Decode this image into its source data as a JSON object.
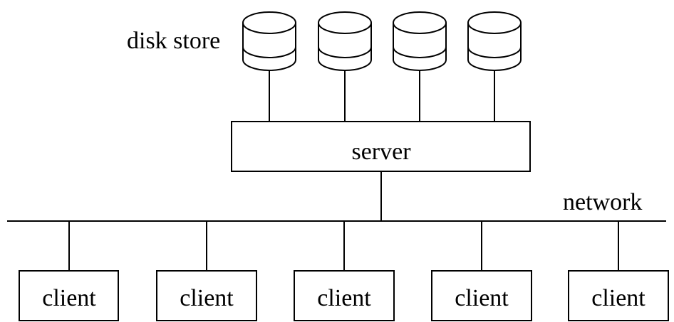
{
  "labels": {
    "disk_store": "disk store",
    "server": "server",
    "network": "network"
  },
  "disks": [
    "",
    "",
    "",
    ""
  ],
  "clients": [
    "client",
    "client",
    "client",
    "client",
    "client"
  ]
}
